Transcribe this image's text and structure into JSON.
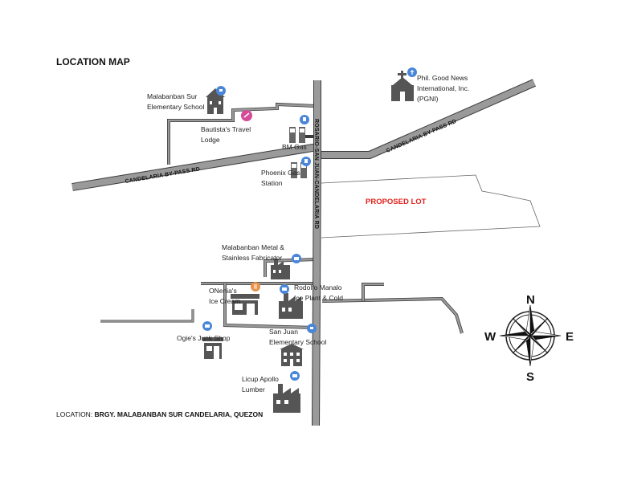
{
  "title": "LOCATION MAP",
  "location": {
    "prefix": "LOCATION: ",
    "value": "BRGY. MALABANBAN SUR CANDELARIA, QUEZON"
  },
  "roads": {
    "bypass_west": "CANDELARIA BY-PASS RD",
    "bypass_east": "CANDELARIA BY-PASS RD",
    "main": "ROSARIO-SAN JUAN-CANDELARIA RD"
  },
  "proposed_lot": "PROPOSED LOT",
  "landmarks": {
    "school_north": "Malabanban Sur\nElementary School",
    "travel_lodge": "Bautista's Travel\nLodge",
    "bm_gas": "BM Gas",
    "phoenix_gas": "Phoenix Gas\nStation",
    "church": "Phil. Good News\nInternational, Inc.\n(PGNI)",
    "metal_fab": "Malabanban Metal &\nStainless Fabricator",
    "ice_cream": "ONenia's\nIce Cream",
    "ice_plant": "Rodolfo Manalo\nIce Plant & Cold",
    "junk_shop": "Ogie's Junk Shop",
    "school_south": "San Juan\nElementary School",
    "lumber": "Licup Apollo\nLumber"
  },
  "compass": {
    "n": "N",
    "s": "S",
    "e": "E",
    "w": "W"
  },
  "colors": {
    "road": "#9a9a9a",
    "road_edge": "#3a3a3a",
    "pin_blue": "#4a86d8",
    "pin_pink": "#d64a9a",
    "pin_orange": "#e8924a",
    "lot_label": "#e0221c"
  }
}
